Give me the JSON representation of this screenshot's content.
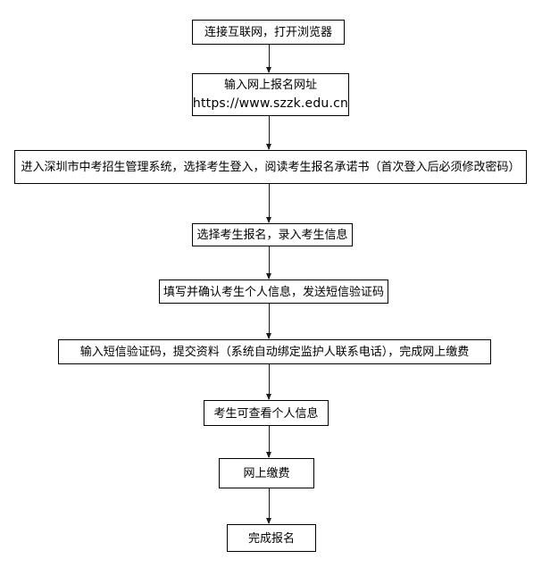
{
  "flowchart": {
    "description": "Online exam registration process flowchart",
    "colors": {
      "background": "#ffffff",
      "box_border": "#000000",
      "text": "#000000",
      "arrow": "#1a1a1a"
    },
    "nodes": [
      {
        "id": "step-1",
        "label": "连接互联网，打开浏览器"
      },
      {
        "id": "step-2",
        "label": "输入网上报名网址",
        "url": "https://www.szzk.edu.cn"
      },
      {
        "id": "step-3",
        "label": "进入深圳市中考招生管理系统，选择考生登入，阅读考生报名承诺书（首次登入后必须修改密码）"
      },
      {
        "id": "step-4",
        "label": "选择考生报名，录入考生信息"
      },
      {
        "id": "step-5",
        "label": "填写并确认考生个人信息，发送短信验证码"
      },
      {
        "id": "step-6",
        "label": "输入短信验证码，提交资料（系统自动绑定监护人联系电话），完成网上缴费"
      },
      {
        "id": "step-7",
        "label": "考生可查看个人信息"
      },
      {
        "id": "step-8",
        "label": "网上缴费"
      },
      {
        "id": "step-9",
        "label": "完成报名"
      }
    ]
  }
}
